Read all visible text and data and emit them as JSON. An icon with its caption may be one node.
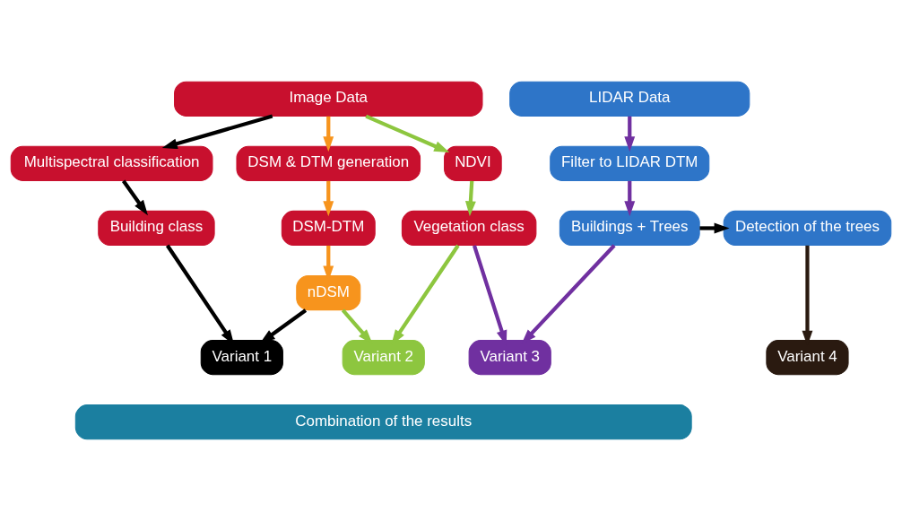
{
  "diagram": {
    "nodes": [
      {
        "text": [
          "Image Data"
        ]
      },
      {
        "text": [
          "LIDAR Data"
        ]
      },
      {
        "text": [
          "Multispectral classification"
        ]
      },
      {
        "text": [
          "DSM & DTM generation"
        ]
      },
      {
        "text": [
          "NDVI"
        ]
      },
      {
        "text": [
          "Filter to LIDAR DTM"
        ]
      },
      {
        "text": [
          "Building class"
        ]
      },
      {
        "text": [
          "DSM-DTM"
        ]
      },
      {
        "text": [
          "Vegetation class"
        ]
      },
      {
        "text": [
          "Buildings + Trees"
        ]
      },
      {
        "text": [
          "Detection of the trees"
        ]
      },
      {
        "text": [
          "nDSM"
        ]
      },
      {
        "text": [
          "Variant 1"
        ]
      },
      {
        "text": [
          "Variant 2"
        ]
      },
      {
        "text": [
          "Variant 3"
        ]
      },
      {
        "text": [
          "Variant 4"
        ]
      },
      {
        "text": [
          "Combination of the results"
        ]
      }
    ],
    "edges": [
      {
        "from": 0,
        "to": 2,
        "arrow": "to",
        "color": "#000000"
      },
      {
        "from": 0,
        "to": 3,
        "arrow": "to",
        "color": "#f7941d"
      },
      {
        "from": 0,
        "to": 4,
        "arrow": "to",
        "color": "#8dc63f"
      },
      {
        "from": 1,
        "to": 5,
        "arrow": "to",
        "color": "#7030a0"
      },
      {
        "from": 2,
        "to": 6,
        "arrow": "to",
        "color": "#000000"
      },
      {
        "from": 3,
        "to": 7,
        "arrow": "to",
        "color": "#f7941d"
      },
      {
        "from": 7,
        "to": 11,
        "arrow": "to",
        "color": "#f7941d"
      },
      {
        "from": 4,
        "to": 8,
        "arrow": "to",
        "color": "#8dc63f"
      },
      {
        "from": 5,
        "to": 9,
        "arrow": "to",
        "color": "#7030a0"
      },
      {
        "from": 9,
        "to": 10,
        "arrow": "to",
        "color": "#000000"
      },
      {
        "from": 6,
        "to": 12,
        "arrow": "to",
        "color": "#000000"
      },
      {
        "from": 11,
        "to": 12,
        "arrow": "to",
        "color": "#000000"
      },
      {
        "from": 11,
        "to": 13,
        "arrow": "to",
        "color": "#8dc63f"
      },
      {
        "from": 8,
        "to": 13,
        "arrow": "to",
        "color": "#8dc63f"
      },
      {
        "from": 8,
        "to": 14,
        "arrow": "to",
        "color": "#7030a0"
      },
      {
        "from": 9,
        "to": 14,
        "arrow": "to",
        "color": "#7030a0"
      },
      {
        "from": 10,
        "to": 15,
        "arrow": "to",
        "color": "#2a1a10"
      }
    ]
  }
}
